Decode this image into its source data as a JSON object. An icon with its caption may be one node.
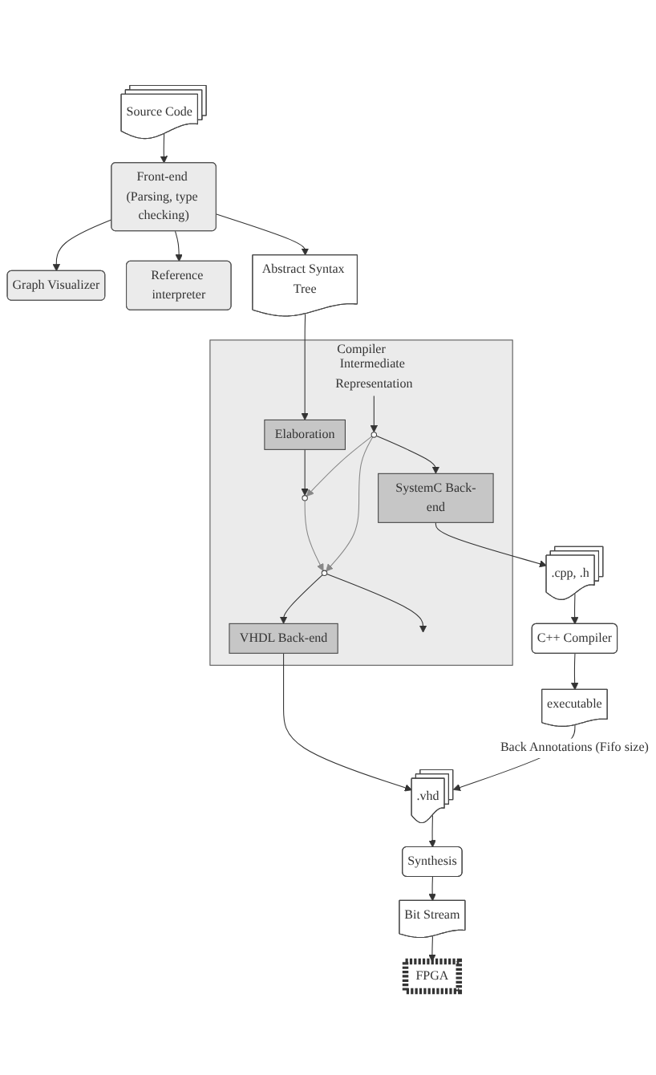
{
  "diagram": {
    "nodes": [
      {
        "text": [
          "Source Code"
        ]
      },
      {
        "text": [
          "Front-end (Parsing, type checking)"
        ]
      },
      {
        "text": [
          "Graph Visualizer"
        ]
      },
      {
        "text": [
          "Reference interpreter"
        ]
      },
      {
        "text": [
          "Abstract Syntax Tree"
        ]
      },
      {
        "text": [
          "Compiler"
        ]
      },
      {
        "text": [
          "Elaboration"
        ],
        "in": 5
      },
      {
        "text": [
          "Intermediate Representation"
        ],
        "in": 5
      },
      {
        "text": [],
        "shape": "circle",
        "in": 5
      },
      {
        "text": [],
        "shape": "circle",
        "in": 5
      },
      {
        "text": [],
        "shape": "circle",
        "in": 5
      },
      {
        "text": [
          "SystemC Back-end"
        ],
        "in": 5
      },
      {
        "text": [
          "VHDL Back-end"
        ],
        "in": 5
      },
      {
        "text": [
          ".cpp, .h"
        ]
      },
      {
        "text": [
          "C++ Compiler"
        ]
      },
      {
        "text": [
          "executable"
        ]
      },
      {
        "text": [
          ".vhd"
        ]
      },
      {
        "text": [
          "Synthesis"
        ]
      },
      {
        "text": [
          "Bit Stream"
        ]
      },
      {
        "text": [
          "FPGA"
        ]
      }
    ],
    "edges": [
      {
        "from": 0,
        "to": 1,
        "arrow": "to"
      },
      {
        "from": 1,
        "to": 2,
        "arrow": "to"
      },
      {
        "from": 1,
        "to": 3,
        "arrow": "to"
      },
      {
        "from": 1,
        "to": 4,
        "arrow": "to"
      },
      {
        "from": 4,
        "to": 6,
        "arrow": "to"
      },
      {
        "from": 6,
        "to": 9,
        "arrow": "to"
      },
      {
        "from": 7,
        "to": 8,
        "arrow": "to"
      },
      {
        "from": 8,
        "to": 9,
        "arrow": "to",
        "color": "#888888"
      },
      {
        "from": 9,
        "to": 10,
        "arrow": "to",
        "color": "#888888"
      },
      {
        "from": 8,
        "to": 10,
        "arrow": "to",
        "color": "#888888"
      },
      {
        "from": 10,
        "to": null,
        "arrow": "to"
      },
      {
        "from": 8,
        "to": 11,
        "arrow": "to"
      },
      {
        "from": 10,
        "to": 12,
        "arrow": "to"
      },
      {
        "from": 11,
        "to": 13,
        "arrow": "to"
      },
      {
        "from": 12,
        "to": 16,
        "arrow": "to"
      },
      {
        "from": 13,
        "to": 14,
        "arrow": "to"
      },
      {
        "from": 14,
        "to": 15,
        "arrow": "to"
      },
      {
        "from": 15,
        "to": 16,
        "arrow": "to",
        "label": "Back Annotations (Fifo size)"
      },
      {
        "from": 16,
        "to": 17,
        "arrow": "to"
      },
      {
        "from": 17,
        "to": 18,
        "arrow": "to"
      },
      {
        "from": 18,
        "to": 19,
        "arrow": "to"
      }
    ]
  }
}
